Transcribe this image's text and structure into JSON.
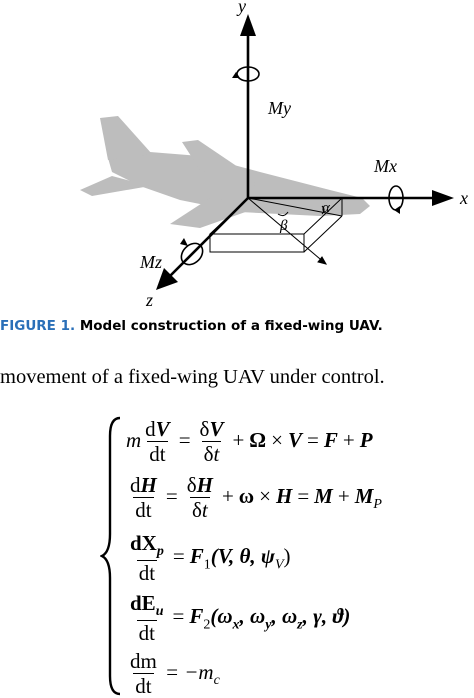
{
  "figure": {
    "axis_x": "x",
    "axis_y": "y",
    "axis_z": "z",
    "moment_x": "Mx",
    "moment_y": "My",
    "moment_z": "Mz",
    "angle_alpha": "α",
    "angle_beta": "β"
  },
  "caption": {
    "label": "FIGURE 1.",
    "text": "Model construction of a fixed-wing UAV."
  },
  "body": {
    "line": "movement of a fixed-wing UAV under control."
  },
  "equations": {
    "eq1": {
      "m": "m",
      "d": "d",
      "V": "V",
      "dt": "dt",
      "delta": "δ",
      "Omega": "Ω",
      "times": "×",
      "eq": "=",
      "plus": "+",
      "F": "F",
      "P": "P",
      "t": "t"
    },
    "eq2": {
      "H": "H",
      "omega": "ω",
      "M": "M",
      "MP": "M",
      "P": "P"
    },
    "eq3": {
      "num": "dX",
      "sub": "p",
      "rhs": "F",
      "rhs_sub": "1",
      "args": "(V, θ, ψ",
      "args_sub": "V",
      "close": ")"
    },
    "eq4": {
      "num": "dE",
      "sub": "u",
      "rhs": "F",
      "rhs_sub": "2",
      "args": "(ω",
      "wx": "x",
      "wy": "y",
      "wz": "z",
      "tail": ", γ, ϑ)"
    },
    "eq5": {
      "num": "dm",
      "rhs": "= −m",
      "rhs_sub": "c"
    }
  }
}
